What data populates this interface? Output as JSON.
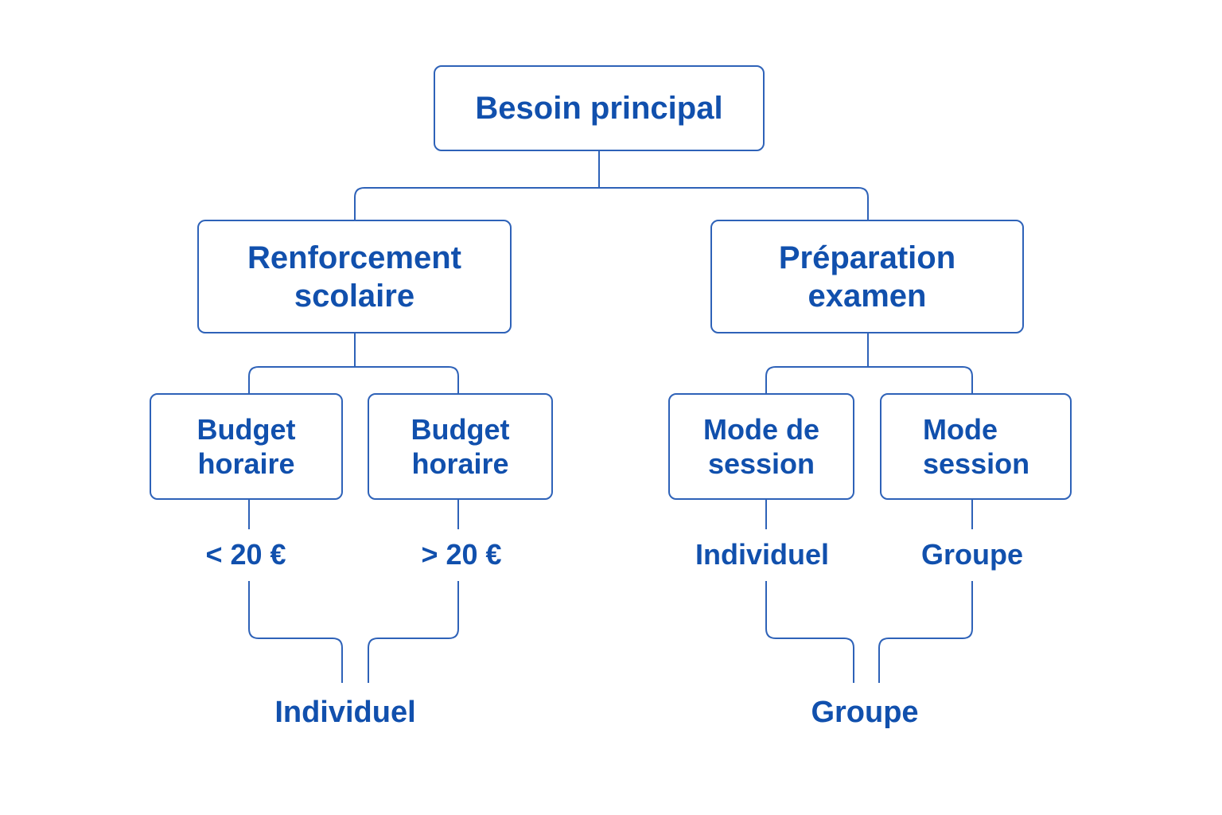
{
  "colors": {
    "accent": "#1150ad",
    "line": "#2e62b8",
    "background": "#ffffff"
  },
  "nodes": {
    "root": "Besoin principal",
    "renforcement": {
      "line1": "Renforcement",
      "line2": "scolaire"
    },
    "preparation": {
      "line1": "Préparation",
      "line2": "examen"
    },
    "budget_low": {
      "line1": "Budget",
      "line2": "horaire"
    },
    "budget_high": {
      "line1": "Budget",
      "line2": "horaire"
    },
    "mode_de_session": {
      "line1": "Mode de",
      "line2": "session"
    },
    "mode_session": {
      "line1": "Mode",
      "line2": "session"
    }
  },
  "branch_labels": {
    "lt20": "< 20 €",
    "gt20": "> 20 €",
    "individuel": "Individuel",
    "groupe": "Groupe"
  },
  "outcomes": {
    "left": "Individuel",
    "right": "Groupe"
  }
}
